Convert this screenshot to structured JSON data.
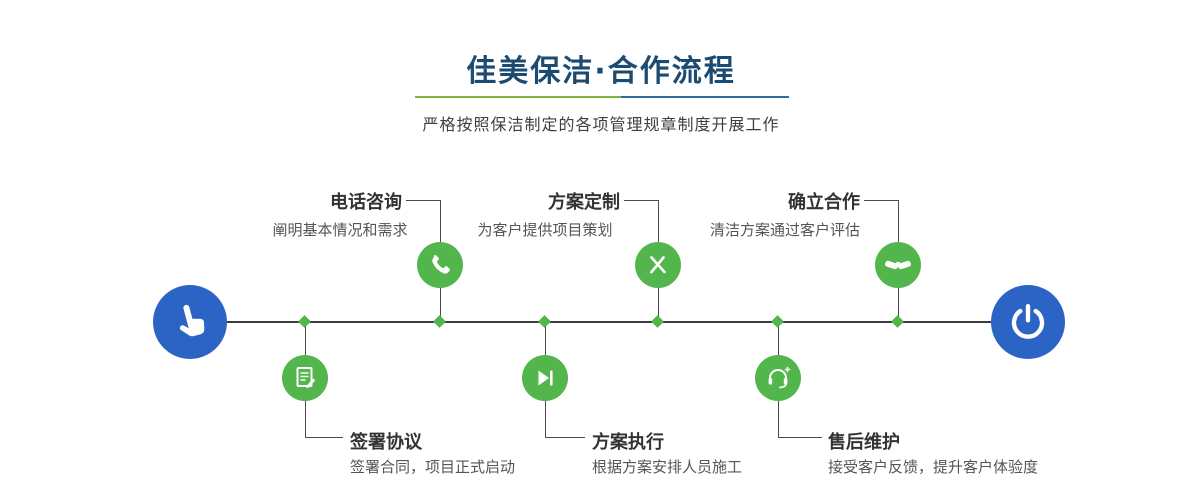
{
  "header": {
    "title": "佳美保洁·合作流程",
    "subtitle": "严格按照保洁制定的各项管理规章制度开展工作"
  },
  "steps_top": [
    {
      "title": "电话咨询",
      "desc": "阐明基本情况和需求",
      "icon": "phone-icon"
    },
    {
      "title": "方案定制",
      "desc": "为客户提供项目策划",
      "icon": "pen-tools-icon"
    },
    {
      "title": "确立合作",
      "desc": "清洁方案通过客户评估",
      "icon": "handshake-icon"
    }
  ],
  "steps_bottom": [
    {
      "title": "签署协议",
      "desc": "签署合同，项目正式启动",
      "icon": "contract-icon"
    },
    {
      "title": "方案执行",
      "desc": "根据方案安排人员施工",
      "icon": "play-icon"
    },
    {
      "title": "售后维护",
      "desc": "接受客户反馈，提升客户体验度",
      "icon": "headset-icon"
    }
  ],
  "endpoints": {
    "start_icon": "pointer-hand-icon",
    "end_icon": "power-icon"
  },
  "colors": {
    "title": "#1c4b72",
    "accent_blue": "#2b64c4",
    "accent_green": "#52b64c",
    "timeline": "#3c3c3c",
    "divider_green": "#7eb63a",
    "divider_blue": "#2e6da4"
  }
}
